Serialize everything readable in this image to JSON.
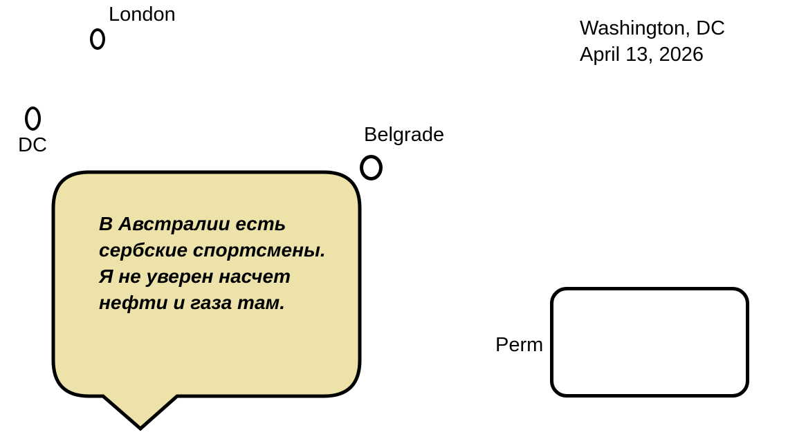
{
  "annotation": {
    "location": "Washington, DC",
    "date": "April 13, 2026"
  },
  "markers": {
    "london": {
      "label": "London"
    },
    "dc": {
      "label": "DC"
    },
    "belgrade": {
      "label": "Belgrade"
    },
    "perm": {
      "label": "Perm"
    }
  },
  "speech_bubble": {
    "lines": [
      "В Австралии есть",
      "сербские спортсмены.",
      "Я не уверен насчет",
      "нефти и газа там."
    ],
    "fill_color": "#EDE3AA",
    "stroke_color": "#000000"
  },
  "colors": {
    "background": "#FFFFFF",
    "ink": "#000000",
    "perm_box_fill": "#FFFFFF"
  }
}
